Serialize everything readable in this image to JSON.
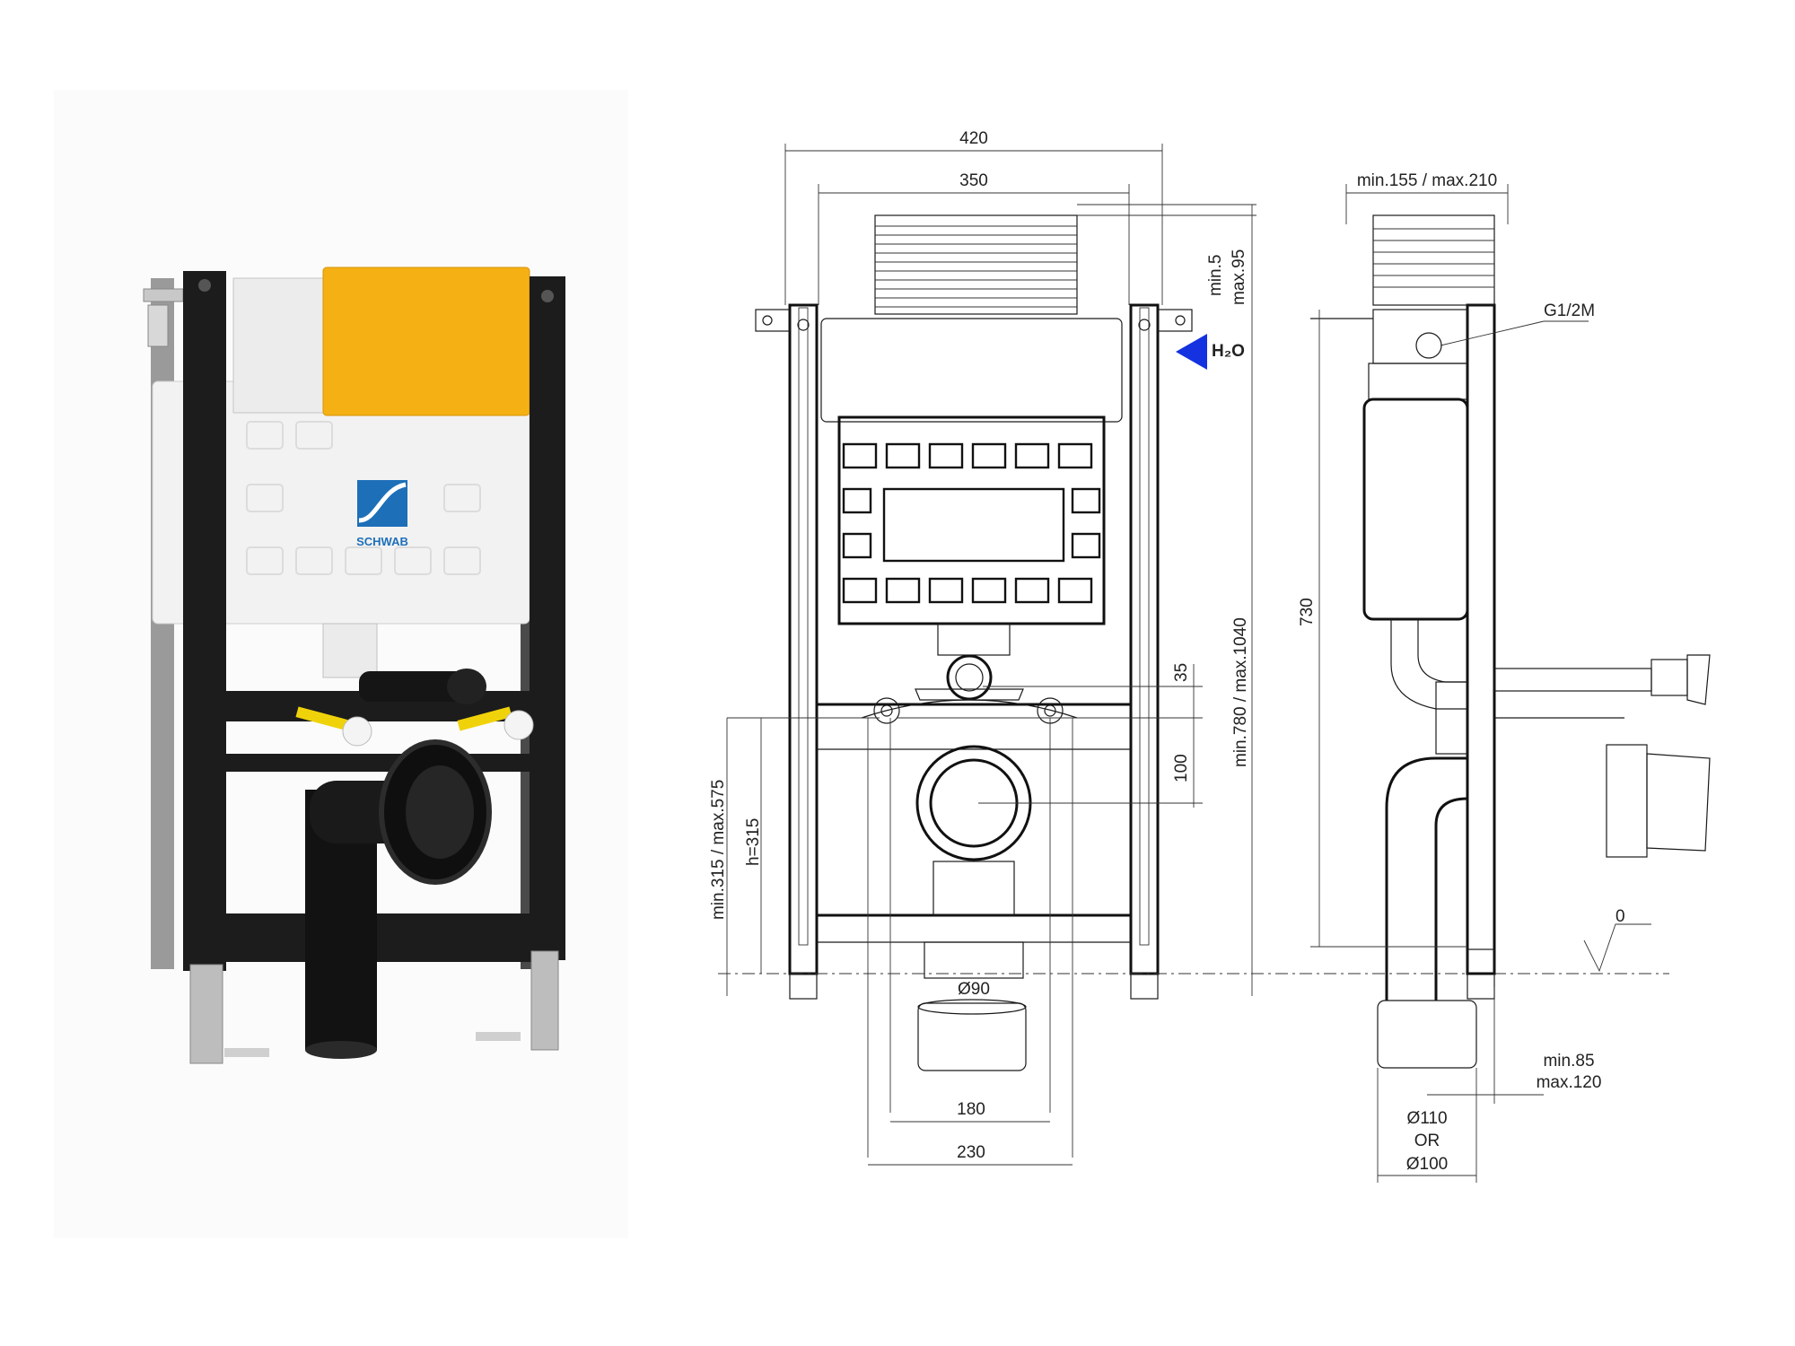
{
  "photo": {
    "brand_text": "SCHWAB",
    "colors": {
      "frame": "#1c1c1c",
      "cistern": "#f2f2f2",
      "cover": "#f5b014",
      "brand_blue": "#1d6fb8",
      "valve": "#f0d20a"
    }
  },
  "front_view": {
    "width_overall": "420",
    "width_inner": "350",
    "cistern_adjust": [
      "min.5",
      "max.95"
    ],
    "height_range": "min.780 / max.1040",
    "water_label": "H₂O",
    "water_marker_color": "#1432e0",
    "drain_offset": "35",
    "drain_spacing": "100",
    "bolt_height_range": "min.315 / max.575",
    "bolt_height": "h=315",
    "drain_diameter": "Ø90",
    "bolt_spacing_inner": "180",
    "bolt_spacing_outer": "230"
  },
  "side_view": {
    "depth_range": "min.155 / max.210",
    "inlet_thread": "G1/2M",
    "height": "730",
    "zero_mark": "0",
    "pipe_offset_min": "min.85",
    "pipe_offset_max": "max.120",
    "pipe_diam_1": "Ø110",
    "pipe_or": "OR",
    "pipe_diam_2": "Ø100"
  }
}
